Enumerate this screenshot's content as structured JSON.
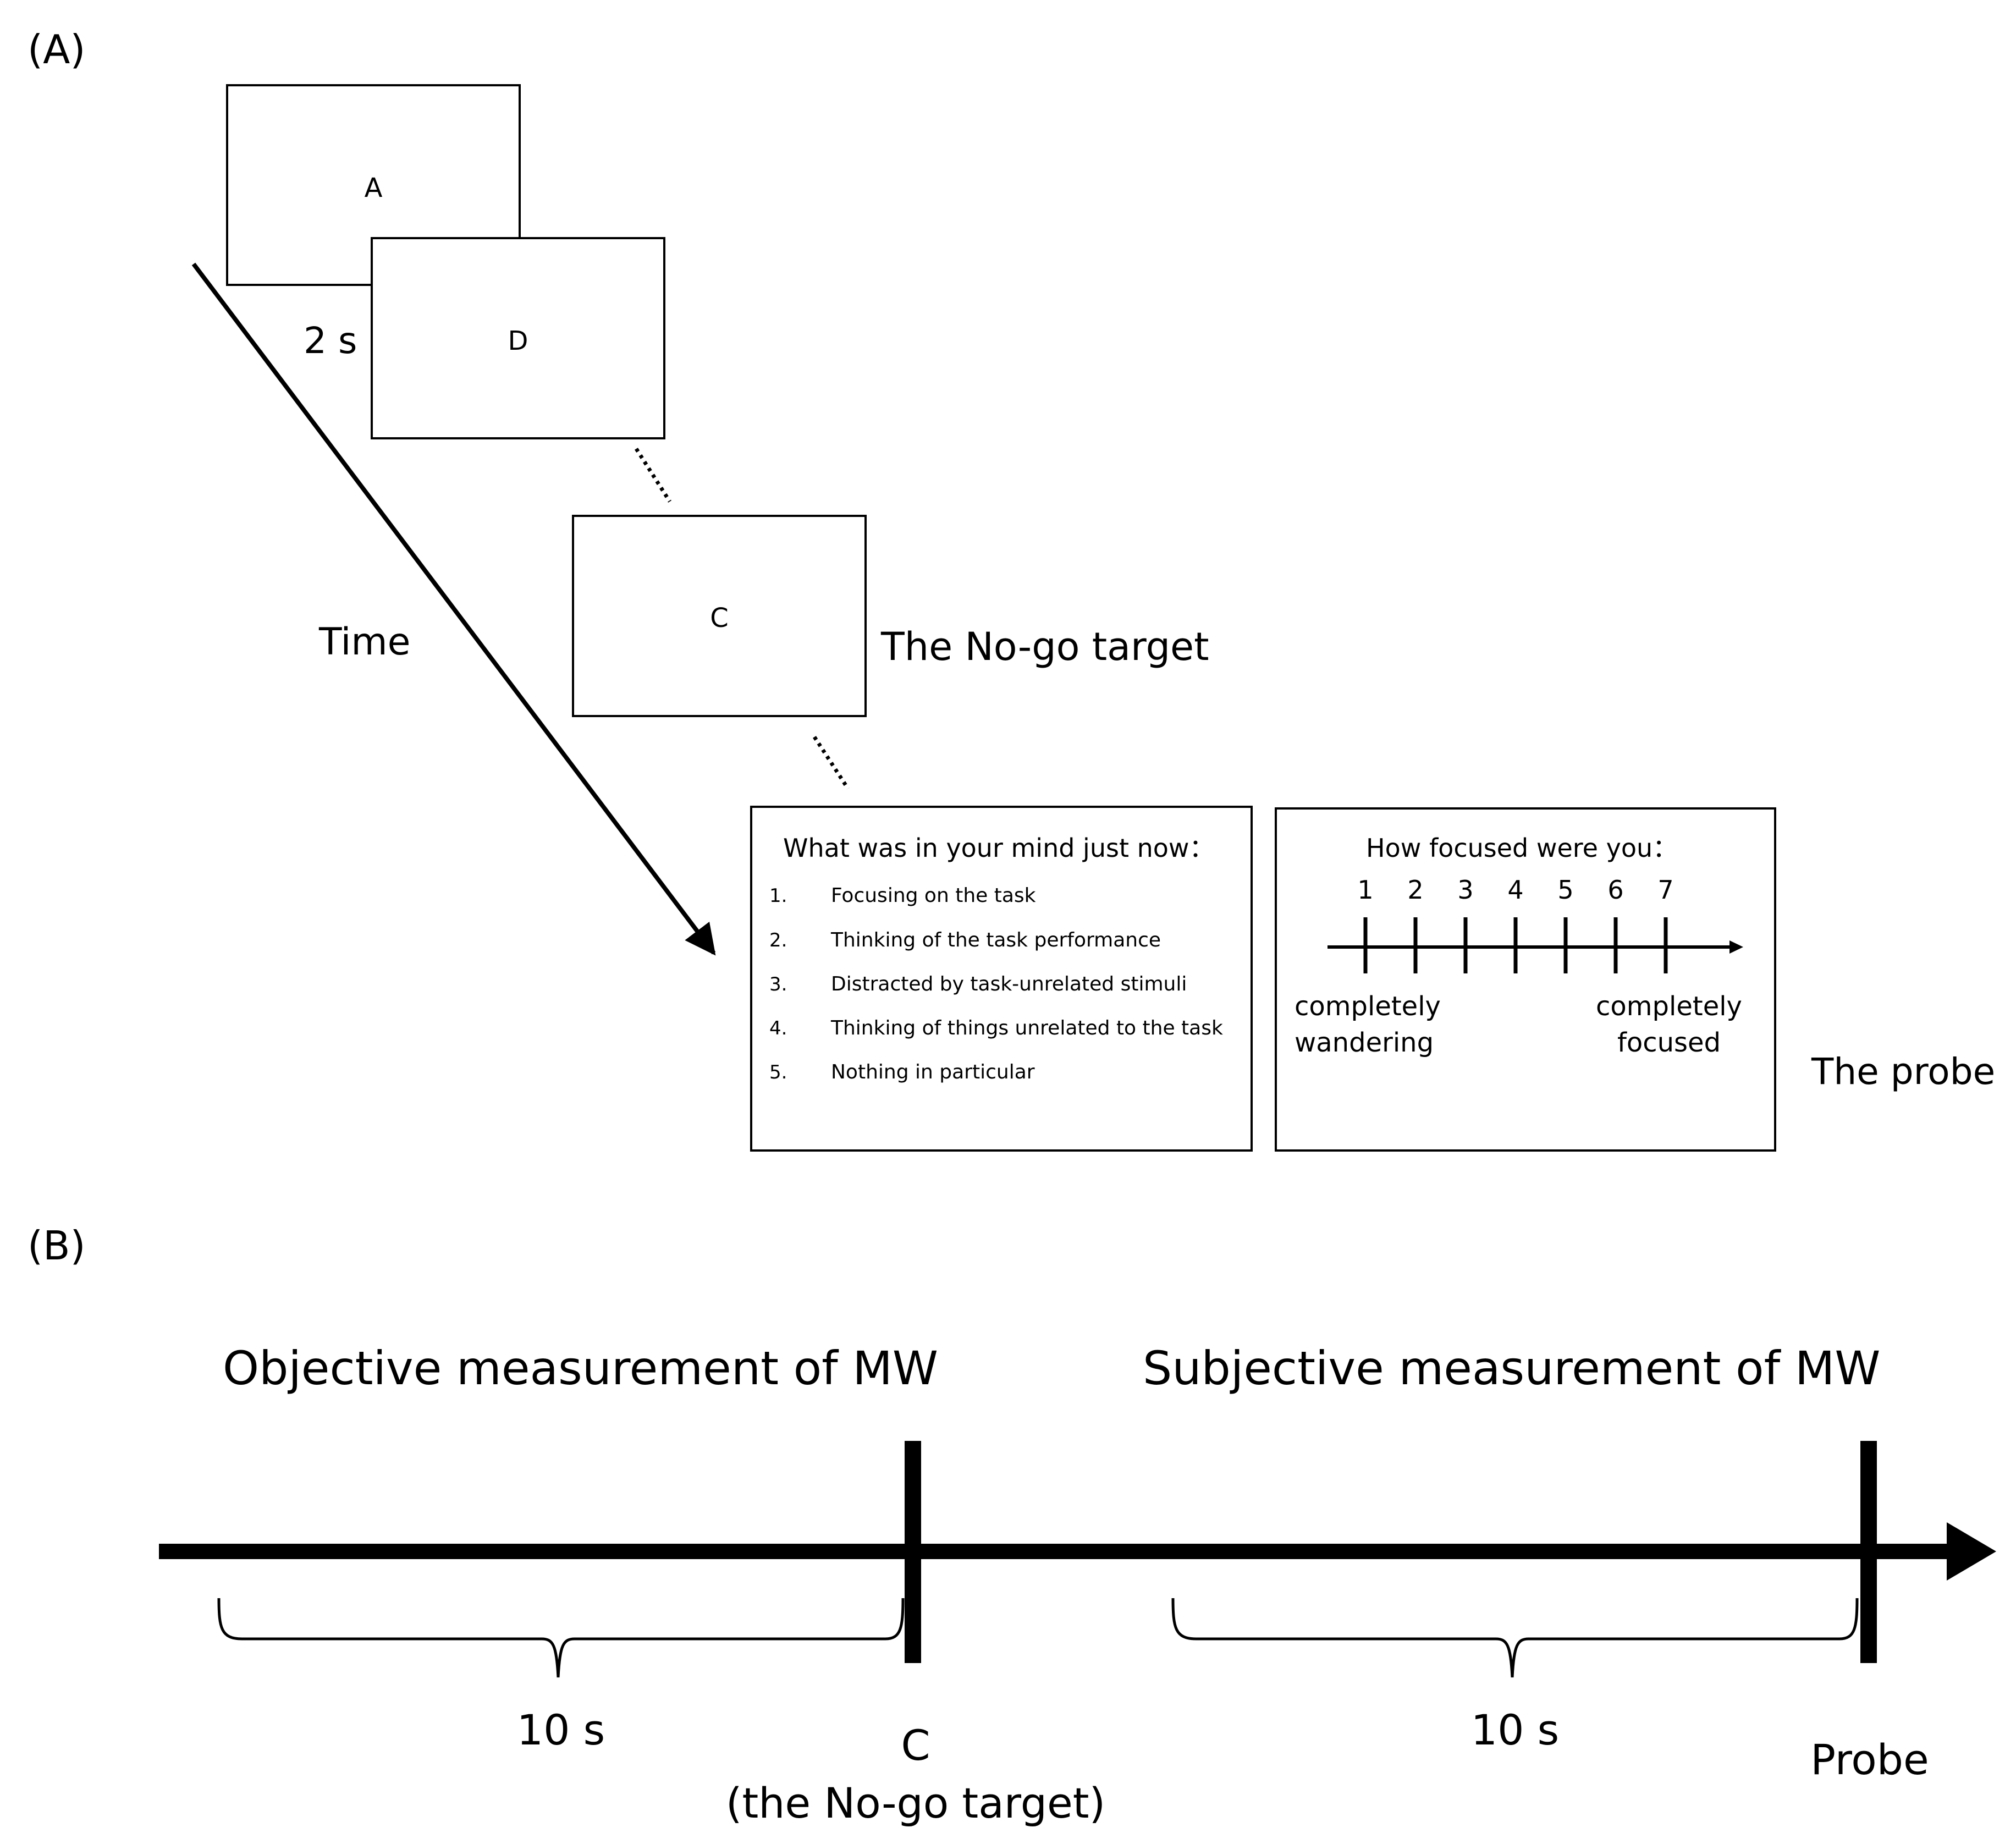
{
  "panel_a": {
    "label": "(A)",
    "time_label": "Time",
    "duration_label": "2 s",
    "stimuli": [
      {
        "letter": "A"
      },
      {
        "letter": "D"
      },
      {
        "letter": "C"
      }
    ],
    "nogo_caption": "The No-go target",
    "probe_caption": "The probe",
    "probe_question_1": {
      "title": "What was in your mind just now：",
      "options": [
        {
          "num": "1.",
          "text": "Focusing on the task"
        },
        {
          "num": "2.",
          "text": "Thinking of the task performance"
        },
        {
          "num": "3.",
          "text": "Distracted by task-unrelated stimuli"
        },
        {
          "num": "4.",
          "text": "Thinking of things unrelated to the task"
        },
        {
          "num": "5.",
          "text": "Nothing in particular"
        }
      ]
    },
    "probe_question_2": {
      "title": "How focused were you：",
      "scale": [
        "1",
        "2",
        "3",
        "4",
        "5",
        "6",
        "7"
      ],
      "low_anchor_line1": "completely",
      "low_anchor_line2": "wandering",
      "high_anchor_line1": "completely",
      "high_anchor_line2": "focused"
    }
  },
  "panel_b": {
    "label": "(B)",
    "objective_label": "Objective measurement of MW",
    "subjective_label": "Subjective measurement of MW",
    "interval_left": "10 s",
    "interval_right": "10 s",
    "marker_c": "C",
    "marker_c_sub": "(the No-go target)",
    "marker_probe": "Probe"
  }
}
